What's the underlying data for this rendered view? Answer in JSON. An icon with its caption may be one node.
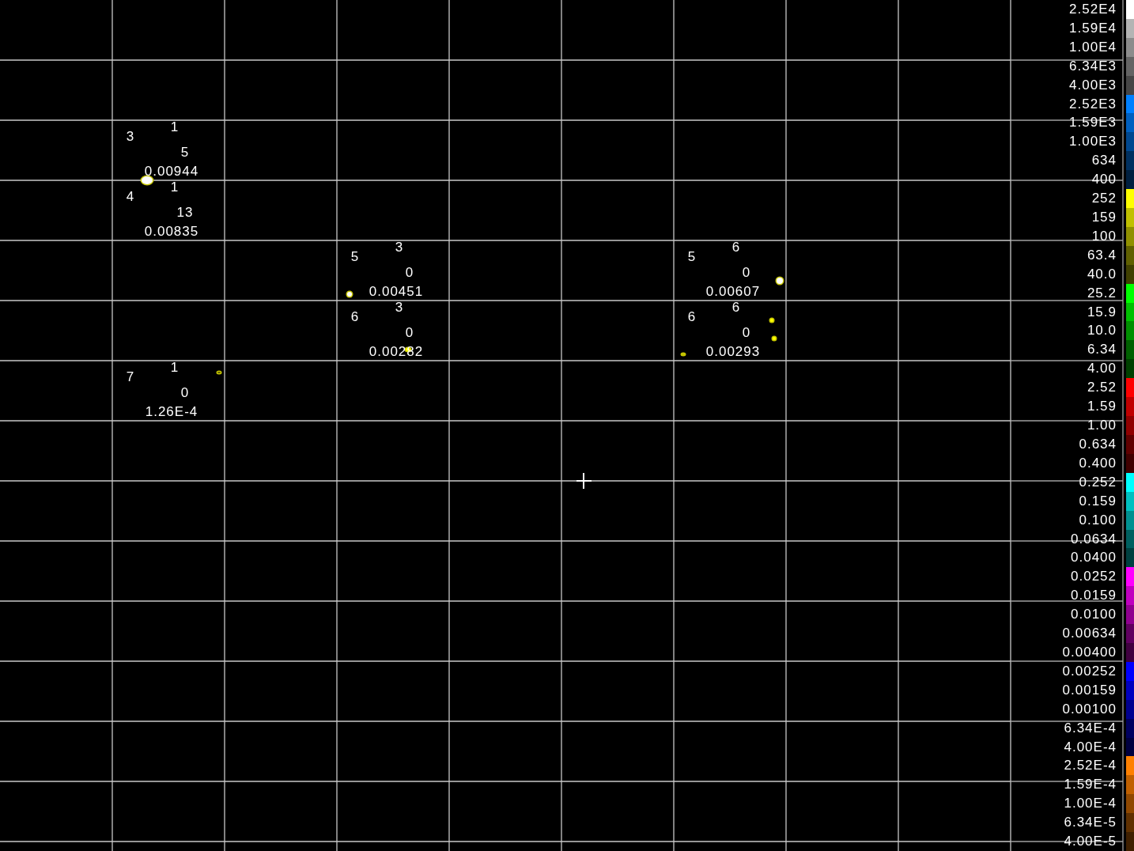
{
  "diagram": {
    "labels": [
      "1",
      "3",
      "5",
      "0.00944",
      "1",
      "4",
      "13",
      "0.00835",
      "3",
      "5",
      "0",
      "0.00451",
      "6",
      "5",
      "0",
      "0.00607",
      "3",
      "6",
      "0",
      "0.00282",
      "6",
      "6",
      "0",
      "0.00293",
      "1",
      "7",
      "0",
      "1.26E-4"
    ],
    "legend": [
      {
        "text": "2.52E4",
        "color": "#ffffff"
      },
      {
        "text": "1.59E4",
        "color": "#b4b4b4"
      },
      {
        "text": "1.00E4",
        "color": "#8c8c8c"
      },
      {
        "text": "6.34E3",
        "color": "#646464"
      },
      {
        "text": "4.00E3",
        "color": "#464646"
      },
      {
        "text": "2.52E3",
        "color": "#0080ff"
      },
      {
        "text": "1.59E3",
        "color": "#0060c0"
      },
      {
        "text": "1.00E3",
        "color": "#004890"
      },
      {
        "text": "634",
        "color": "#003060"
      },
      {
        "text": "400",
        "color": "#002040"
      },
      {
        "text": "252",
        "color": "#ffff00"
      },
      {
        "text": "159",
        "color": "#c0c000"
      },
      {
        "text": "100",
        "color": "#909000"
      },
      {
        "text": "63.4",
        "color": "#606000"
      },
      {
        "text": "40.0",
        "color": "#404000"
      },
      {
        "text": "25.2",
        "color": "#00ff00"
      },
      {
        "text": "15.9",
        "color": "#00c000"
      },
      {
        "text": "10.0",
        "color": "#009000"
      },
      {
        "text": "6.34",
        "color": "#006000"
      },
      {
        "text": "4.00",
        "color": "#004000"
      },
      {
        "text": "2.52",
        "color": "#ff0000"
      },
      {
        "text": "1.59",
        "color": "#c00000"
      },
      {
        "text": "1.00",
        "color": "#900000"
      },
      {
        "text": "0.634",
        "color": "#600000"
      },
      {
        "text": "0.400",
        "color": "#400000"
      },
      {
        "text": "0.252",
        "color": "#00ffff"
      },
      {
        "text": "0.159",
        "color": "#00c0c0"
      },
      {
        "text": "0.100",
        "color": "#009090"
      },
      {
        "text": "0.0634",
        "color": "#006060"
      },
      {
        "text": "0.0400",
        "color": "#004040"
      },
      {
        "text": "0.0252",
        "color": "#ff00ff"
      },
      {
        "text": "0.0159",
        "color": "#c000c0"
      },
      {
        "text": "0.0100",
        "color": "#900090"
      },
      {
        "text": "0.00634",
        "color": "#600060"
      },
      {
        "text": "0.00400",
        "color": "#400040"
      },
      {
        "text": "0.00252",
        "color": "#0000ff"
      },
      {
        "text": "0.00159",
        "color": "#0000c0"
      },
      {
        "text": "0.00100",
        "color": "#000090"
      },
      {
        "text": "6.34E-4",
        "color": "#000060"
      },
      {
        "text": "4.00E-4",
        "color": "#000040"
      },
      {
        "text": "2.52E-4",
        "color": "#ff8000"
      },
      {
        "text": "1.59E-4",
        "color": "#c06000"
      },
      {
        "text": "1.00E-4",
        "color": "#904800"
      },
      {
        "text": "6.34E-5",
        "color": "#603000"
      },
      {
        "text": "4.00E-5",
        "color": "#402000"
      }
    ]
  }
}
